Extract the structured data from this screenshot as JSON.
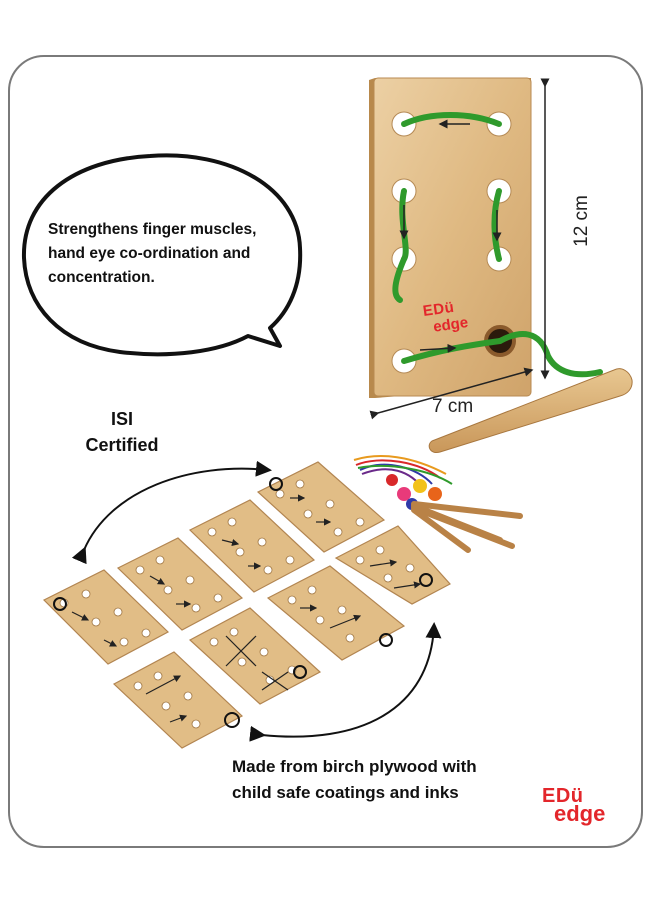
{
  "bubble": {
    "text": "Strengthens finger muscles, hand eye co-ordination and concentration."
  },
  "badge": {
    "line1": "ISI",
    "line2": "Certified"
  },
  "dimensions": {
    "height": "12 cm",
    "width": "7 cm"
  },
  "material": {
    "line1": "Made from birch plywood with",
    "line2": "child safe coatings and inks"
  },
  "board_logo": {
    "line1": "EDü",
    "line2": "edge"
  },
  "brand_logo": {
    "line1": "EDü",
    "line2": "edge"
  },
  "colors": {
    "wood": "#dfb982",
    "lace": "#2f9a2c",
    "brand": "#e3262b",
    "frame": "#7a7a7a"
  }
}
